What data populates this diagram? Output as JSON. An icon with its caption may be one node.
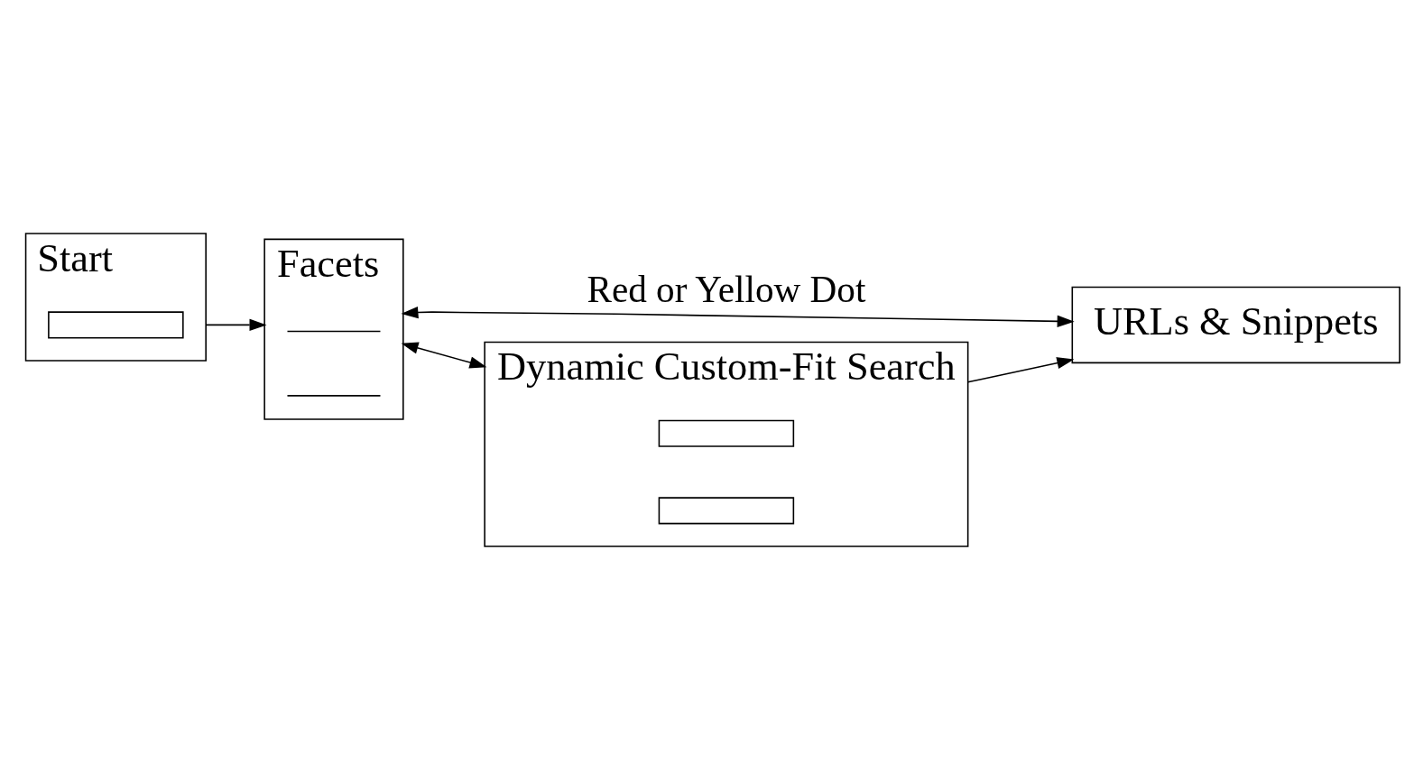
{
  "diagram": {
    "nodes": [
      {
        "text": [
          "Start"
        ]
      },
      {
        "text": [],
        "shape": "box",
        "in": 0
      },
      {
        "text": [
          "Facets"
        ]
      },
      {
        "text": [],
        "shape": "line",
        "in": 2
      },
      {
        "text": [],
        "shape": "line",
        "in": 2
      },
      {
        "text": [
          "URLs & Snippets"
        ]
      },
      {
        "text": [
          "Dynamic Custom-Fit Search"
        ]
      },
      {
        "text": [],
        "shape": "box",
        "in": 6
      },
      {
        "text": [],
        "shape": "box",
        "in": 6
      }
    ],
    "edges": [
      {
        "from": 0,
        "to": 2,
        "arrow": "to"
      },
      {
        "from": 2,
        "to": 5,
        "arrow": "both",
        "label": "Red or Yellow Dot"
      },
      {
        "from": 2,
        "to": 6,
        "arrow": "both"
      },
      {
        "from": 6,
        "to": 5,
        "arrow": "to"
      }
    ]
  }
}
